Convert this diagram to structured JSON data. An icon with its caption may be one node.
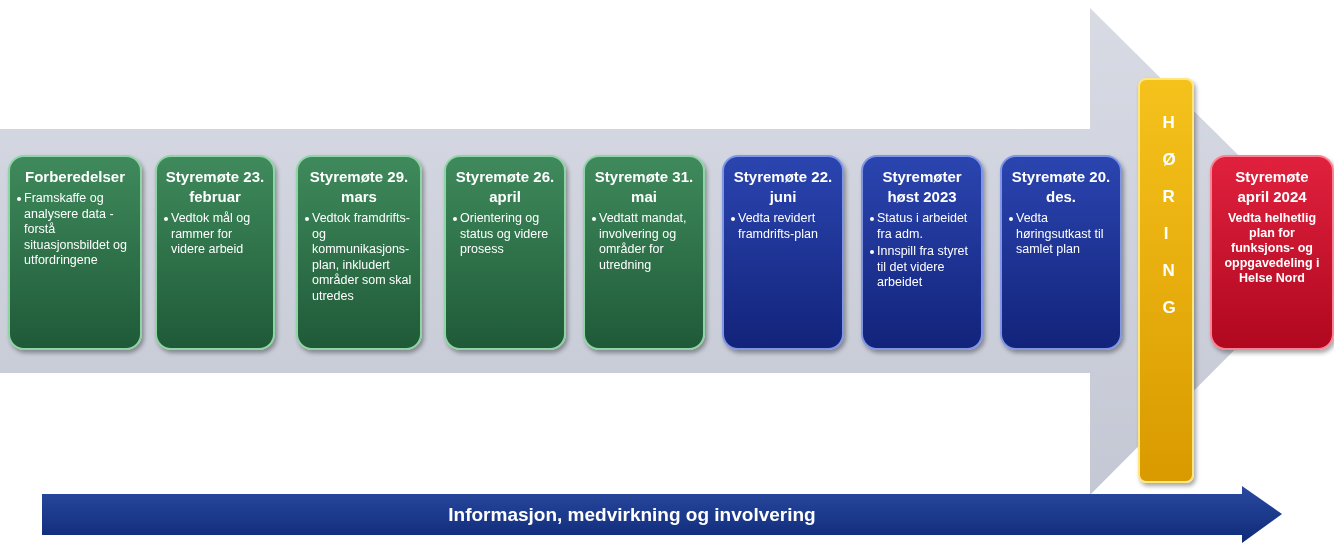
{
  "diagram": {
    "nodes": [
      {
        "text": [
          "Forberedelser",
          "Framskaffe og analysere data - forstå situasjonsbildet og utfordringene"
        ]
      },
      {
        "text": [
          "Styremøte 23. februar",
          "Vedtok mål og rammer for videre arbeid"
        ]
      },
      {
        "text": [
          "Styremøte 29. mars",
          "Vedtok framdrifts- og kommunikasjons-plan, inkludert områder som skal utredes"
        ]
      },
      {
        "text": [
          "Styremøte 26. april",
          "Orientering og status og videre prosess"
        ]
      },
      {
        "text": [
          "Styremøte 31. mai",
          "Vedtatt mandat, involvering og områder for utredning"
        ]
      },
      {
        "text": [
          "Styremøte 22. juni",
          "Vedta revidert framdrifts-plan"
        ]
      },
      {
        "text": [
          "Styremøter høst 2023",
          "Status i arbeidet fra adm.",
          "Innspill fra styret til det videre arbeidet"
        ]
      },
      {
        "text": [
          "Styremøte 20. des.",
          "Vedta høringsutkast til samlet plan"
        ]
      },
      {
        "text": [
          "HØRING"
        ]
      },
      {
        "text": [
          "Styremøte april 2024",
          "Vedta helhetlig plan for funksjons- og oppgavedeling i Helse Nord"
        ]
      },
      {
        "text": [
          "Informasjon, medvirkning og involvering"
        ]
      }
    ],
    "edges": [
      {
        "from": 0,
        "to": 9,
        "arrow": "to",
        "style": "thick"
      }
    ]
  }
}
